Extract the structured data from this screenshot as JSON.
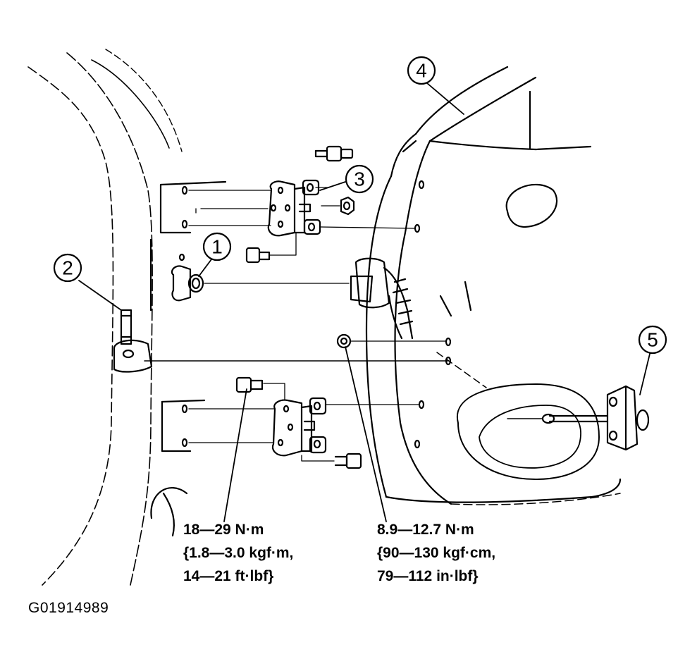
{
  "callouts": {
    "c1": "1",
    "c2": "2",
    "c3": "3",
    "c4": "4",
    "c5": "5"
  },
  "torque_left": {
    "line1": "18—29 N·m",
    "line2": "{1.8—3.0 kgf·m,",
    "line3": "14—21 ft·lbf}"
  },
  "torque_right": {
    "line1": "8.9—12.7 N·m",
    "line2": "{90—130 kgf·cm,",
    "line3": "79—112 in·lbf}"
  },
  "figure_id": "G01914989",
  "colors": {
    "ink": "#000000",
    "paper": "#ffffff"
  }
}
